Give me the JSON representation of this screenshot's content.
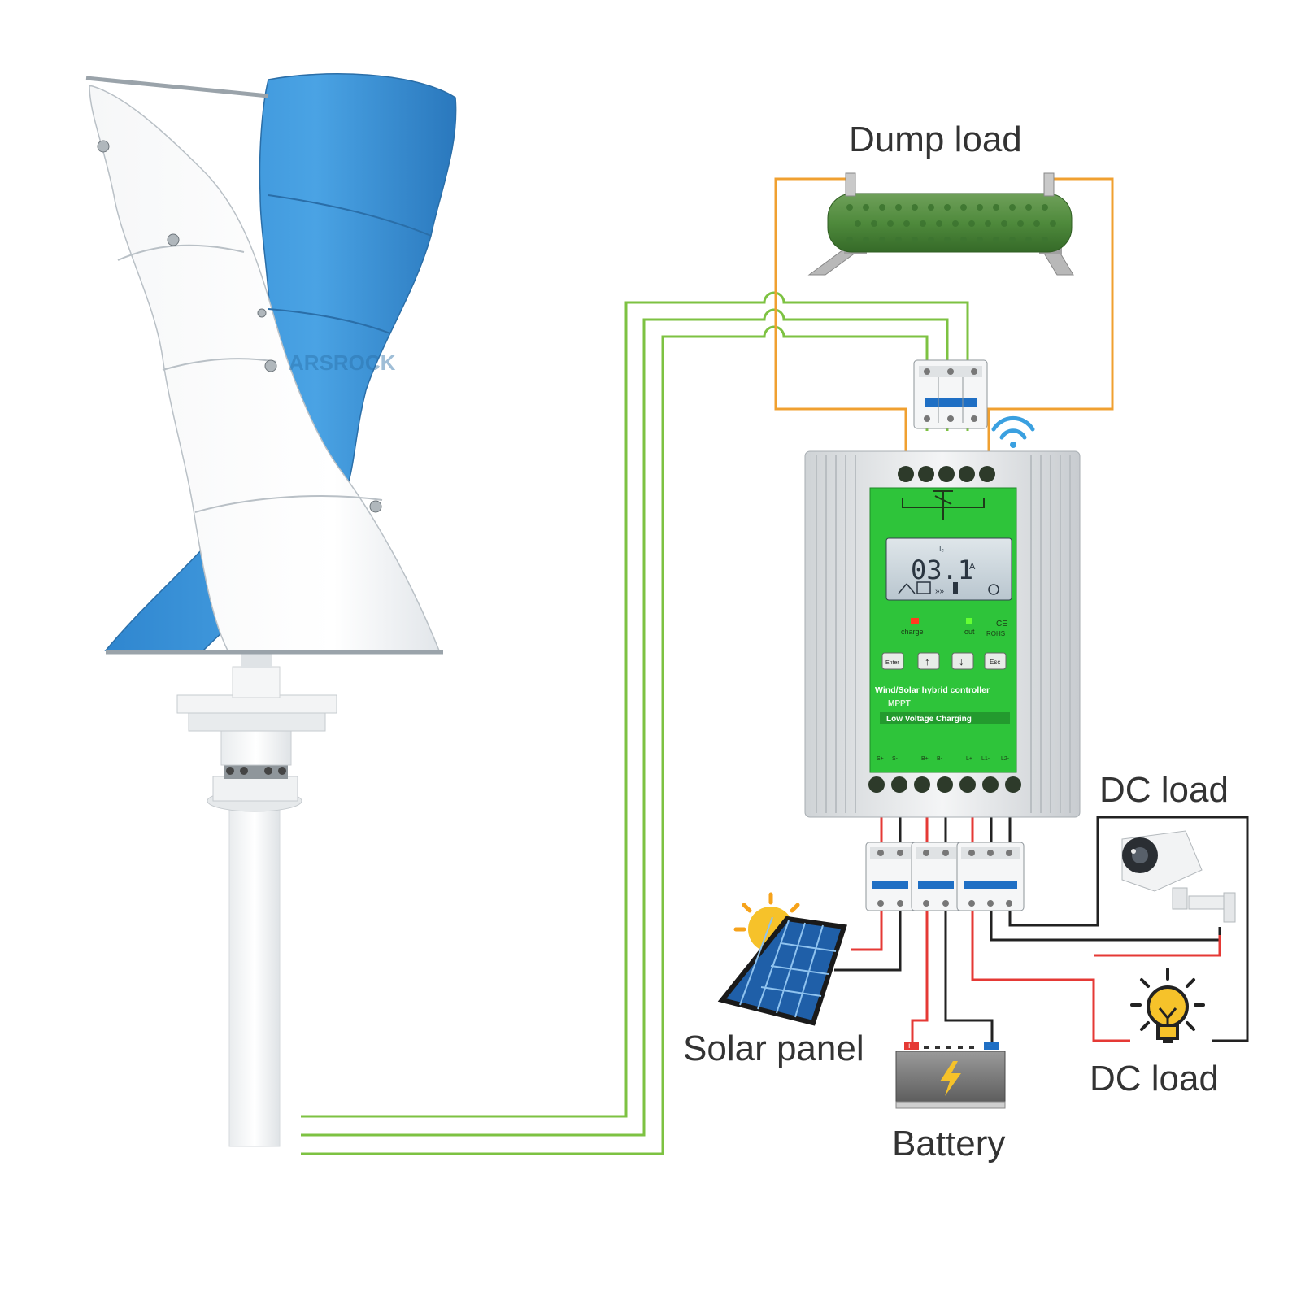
{
  "labels": {
    "dump_load": "Dump load",
    "dc_load_top": "DC load",
    "dc_load_bottom": "DC load",
    "solar_panel": "Solar panel",
    "battery": "Battery"
  },
  "watermark": "ARSROCK",
  "controller": {
    "display_value": "03.1",
    "display_unit": "A",
    "display_top_mark": "Iₑ",
    "led_charge": "charge",
    "led_out": "out",
    "ce_mark": "CE",
    "rohs_mark": "ROHS",
    "buttons": [
      "Enter",
      "↑",
      "↓",
      "Esc"
    ],
    "title": "Wind/Solar hybrid controller",
    "mppt": "MPPT",
    "feature": "Low Voltage Charging",
    "terminals": [
      "S+",
      "S-",
      "B+",
      "B-",
      "L+",
      "L1-",
      "L2-"
    ]
  },
  "colors": {
    "wind_wire": "#7dc242",
    "dump_wire": "#f0a030",
    "positive_wire": "#e53935",
    "negative_wire": "#222222",
    "controller_panel": "#2ec43a",
    "turbine_blue": "#3a8fd4"
  }
}
